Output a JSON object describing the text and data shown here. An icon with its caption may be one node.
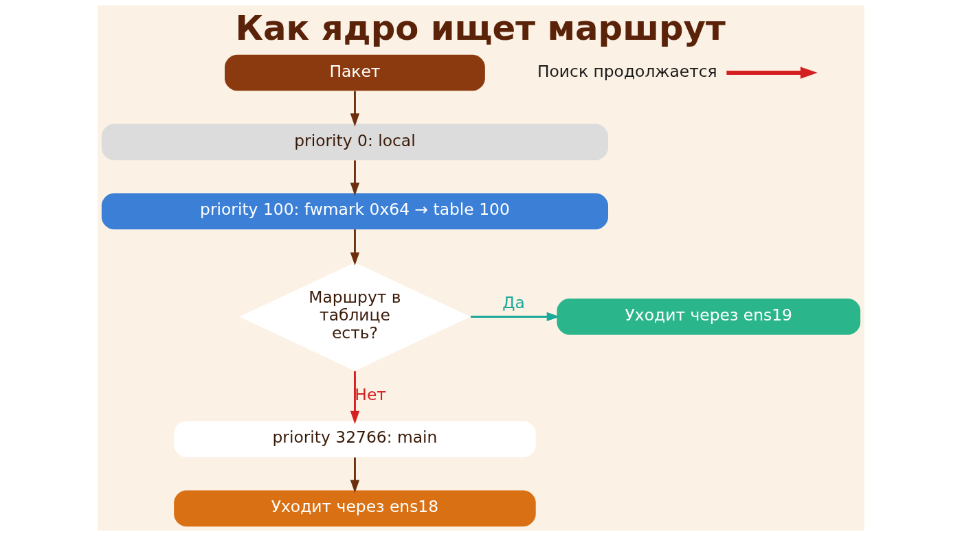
{
  "diagram": {
    "title": "Как ядро ищет маршрут",
    "nodes": [
      {
        "text": [
          "Пакет"
        ]
      },
      {
        "text": [
          "priority 0: local"
        ]
      },
      {
        "text": [
          "priority 100: fwmark 0x64 → table 100"
        ]
      },
      {
        "text": [
          "Маршрут в таблице есть?"
        ]
      },
      {
        "text": [
          "Уходит через ens19"
        ]
      },
      {
        "text": [
          "priority 32766: main"
        ]
      },
      {
        "text": [
          "Уходит через ens18"
        ]
      },
      {
        "text": [
          "Поиск продолжается"
        ]
      }
    ],
    "edges": [
      {
        "from": 0,
        "to": 1,
        "arrow": "to"
      },
      {
        "from": 1,
        "to": 2,
        "arrow": "to"
      },
      {
        "from": 2,
        "to": 3,
        "arrow": "to"
      },
      {
        "from": 3,
        "to": 4,
        "arrow": "to",
        "label": "Да",
        "color": "#1aa99a"
      },
      {
        "from": 3,
        "to": 5,
        "arrow": "to",
        "label": "Нет",
        "color": "#d42020"
      },
      {
        "from": 7,
        "to": null,
        "arrow": "to",
        "style": "thick",
        "color": "#d42020"
      },
      {
        "from": 5,
        "to": 6,
        "arrow": "to"
      }
    ]
  }
}
